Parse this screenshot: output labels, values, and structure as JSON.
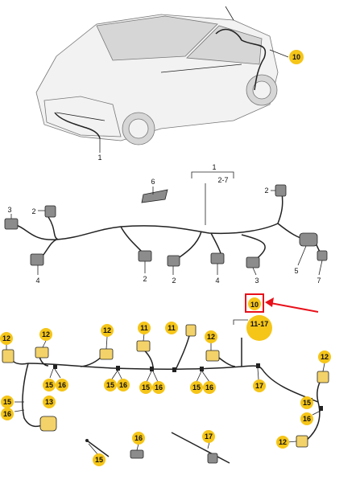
{
  "colors": {
    "callout": "#f5c518",
    "highlight": "#e8101a",
    "harness": "#222222"
  },
  "top": {
    "callout_10": "10",
    "label_1": "1"
  },
  "middle": {
    "label_1": "1",
    "range": "2-7",
    "labels": {
      "n6": "6",
      "n2a": "2",
      "n3a": "3",
      "n2b": "2",
      "n4a": "4",
      "n2c": "2",
      "n2d": "2",
      "n4b": "4",
      "n3b": "3",
      "n5": "5",
      "n7": "7"
    }
  },
  "bottom": {
    "callout_10": "10",
    "range": "11-17",
    "callouts": {
      "c12a": "12",
      "c12b": "12",
      "c12c": "12",
      "c11a": "11",
      "c11b": "11",
      "c12d": "12",
      "c12e": "12",
      "c12f": "12",
      "c15a": "15",
      "c16a": "16",
      "c15b": "15",
      "c16b": "16",
      "c15c": "15",
      "c16c": "16",
      "c15d": "15",
      "c16d": "16",
      "c17a": "17",
      "c15e": "15",
      "c16e": "16",
      "c13": "13",
      "c15f": "15",
      "c16f": "16",
      "c15g": "15",
      "c16g": "16",
      "c17b": "17"
    }
  }
}
